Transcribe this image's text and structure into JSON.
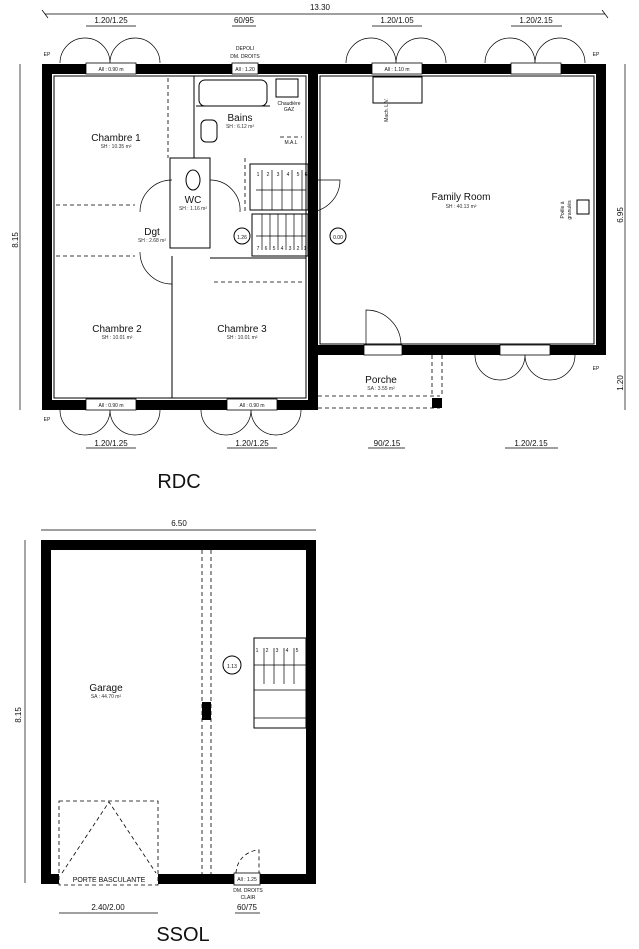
{
  "rdc": {
    "title": "RDC",
    "overall_width": "13.30",
    "left_height": "8.15",
    "right_height": "6.95",
    "porch_depth": "1.20",
    "top_openings": [
      "1.20/1.25",
      "60/95",
      "1.20/1.05",
      "1.20/2.15"
    ],
    "bottom_openings": [
      "1.20/1.25",
      "1.20/1.25",
      "90/2.15",
      "1.20/2.15"
    ],
    "sill_labels": {
      "chambre1": "All : 0.90 m",
      "bains": "All : 1.20",
      "kitchen": "All : 1.10 m",
      "chambre2": "All : 0.90 m",
      "chambre3": "All : 0.90 m"
    },
    "bains_window_note": [
      "DEPOLI",
      "DM. DROITS"
    ],
    "ep": "EP",
    "rooms": {
      "chambre1": {
        "name": "Chambre 1",
        "area": "SH : 10.35 m²"
      },
      "bains": {
        "name": "Bains",
        "area": "SH : 6.12 m²"
      },
      "wc": {
        "name": "WC",
        "area": "SH : 1.16 m²"
      },
      "dgt": {
        "name": "Dgt",
        "area": "SH : 2.68 m²"
      },
      "chambre2": {
        "name": "Chambre 2",
        "area": "SH : 10.01 m²"
      },
      "chambre3": {
        "name": "Chambre 3",
        "area": "SH : 10.01 m²"
      },
      "family": {
        "name": "Family Room",
        "area": "SH : 40.13 m²"
      },
      "porche": {
        "name": "Porche",
        "area": "SA : 3.55 m²"
      }
    },
    "fixtures": {
      "chaudiere": [
        "Chaudière",
        "GAZ"
      ],
      "mal": "M.A.L",
      "poele": [
        "Poêle à",
        "granulés"
      ],
      "mach": "Mach. L.V."
    },
    "levels": [
      "1.26",
      "0.00"
    ],
    "stair_numbers_top": [
      "1",
      "2",
      "3",
      "4",
      "5",
      "6"
    ],
    "stair_numbers_bottom": [
      "7",
      "6",
      "5",
      "4",
      "3",
      "2",
      "1"
    ]
  },
  "ssol": {
    "title": "SSOL",
    "width": "6.50",
    "height": "8.15",
    "room": {
      "name": "Garage",
      "area": "SA : 44.70 m²"
    },
    "garage_door": "PORTE BASCULANTE",
    "garage_door_dim": "2.40/2.00",
    "window_dim": "60/75",
    "window_sill": "All : 1.25",
    "window_note": [
      "DM. DROITS",
      "CLAIR"
    ],
    "level": "1.13",
    "stair_numbers": [
      "1",
      "2",
      "3",
      "4",
      "5"
    ]
  }
}
